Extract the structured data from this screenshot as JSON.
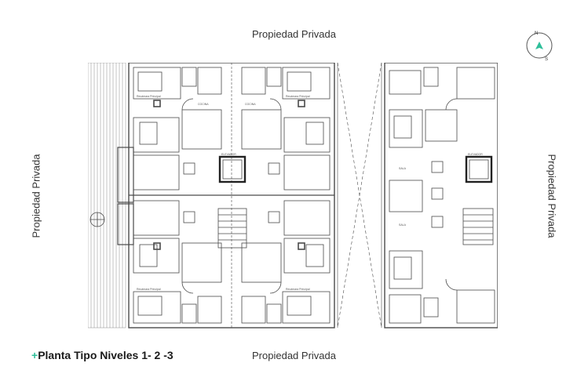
{
  "labels": {
    "top": "Propiedad Privada",
    "bottom": "Propiedad Privada",
    "left": "Propiedad Privada",
    "right": "Propiedad Privada"
  },
  "title": {
    "prefix": "+",
    "text": "Planta Tipo Niveles 1- 2 -3"
  },
  "compass": {
    "north": "N",
    "south": "S",
    "accent": "#2fbf9a"
  },
  "plan_text": {
    "elevator": "ELEVADOR",
    "bedroom": "Recámara Principal",
    "kitchen": "COCINA",
    "living": "SALA"
  },
  "colors": {
    "accent": "#2fbf9a",
    "line": "#4a4a4a"
  }
}
